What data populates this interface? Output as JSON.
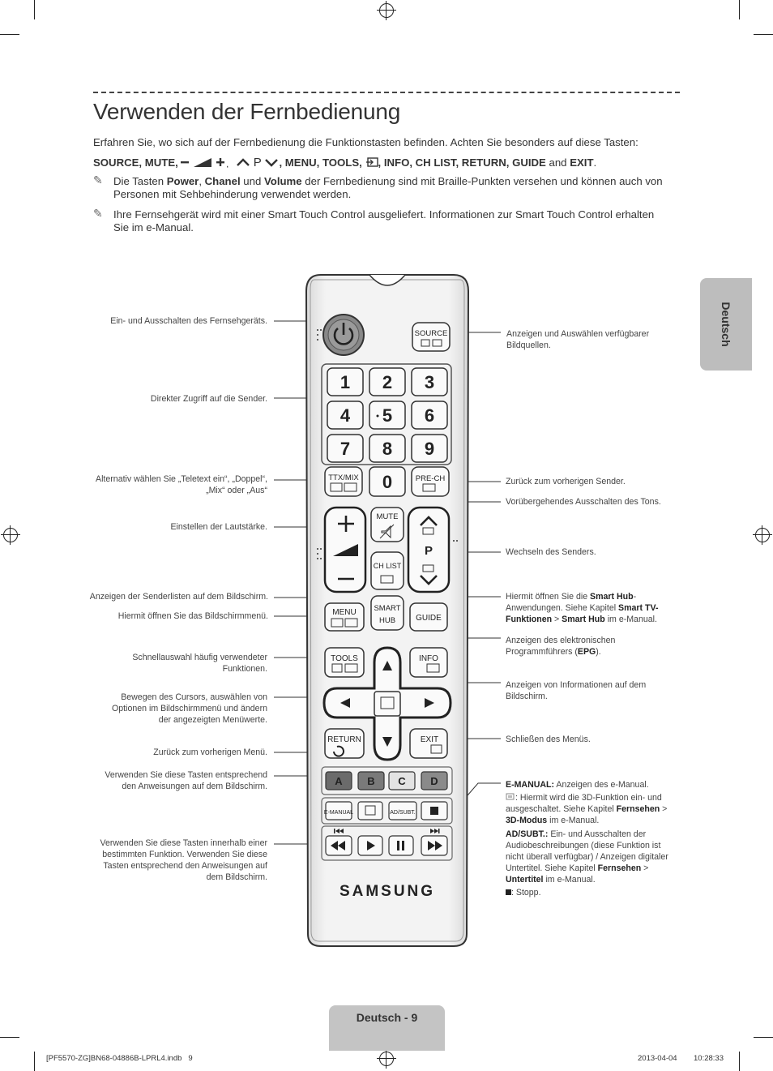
{
  "header": {
    "title": "Verwenden der Fernbedienung",
    "intro": "Erfahren Sie, wo sich auf der Fernbedienung die Funktionstasten befinden. Achten Sie besonders auf diese Tasten:",
    "keys": {
      "source_mute": "SOURCE, MUTE,",
      "p_label": "P",
      "rest": ", MENU, TOOLS,",
      "rest2": ", INFO, CH LIST, RETURN, GUIDE",
      "and": "and",
      "exit": "EXIT",
      "end": "."
    },
    "note1_parts": [
      "Die Tasten ",
      "Power",
      ", ",
      "Chanel",
      " und ",
      "Volume",
      " der Fernbedienung sind mit Braille-Punkten versehen und können auch von Personen mit Sehbehinderung verwendet werden."
    ],
    "note2": "Ihre Fernsehgerät wird mit einer Smart Touch Control ausgeliefert. Informationen zur Smart Touch Control erhalten Sie im e-Manual."
  },
  "side_tab": {
    "label": "Deutsch"
  },
  "annotations_left": [
    "Ein- und Ausschalten des Fernsehgeräts.",
    "Direkter Zugriff auf die Sender.",
    "Alternativ wählen Sie „Teletext ein“, „Doppel“,\n„Mix“ oder „Aus“",
    "Einstellen der Lautstärke.",
    "Anzeigen der Senderlisten auf dem Bildschirm.",
    "Hiermit öffnen Sie das Bildschirmmenü.",
    "Schnellauswahl häufig verwendeter\nFunktionen.",
    "Bewegen des Cursors, auswählen von\nOptionen im Bildschirmmenü und ändern\nder angezeigten Menüwerte.",
    "Zurück zum vorherigen Menü.",
    "Verwenden Sie diese Tasten entsprechend\nden Anweisungen auf dem Bildschirm.",
    "Verwenden Sie diese Tasten innerhalb einer\nbestimmten Funktion. Verwenden Sie diese\nTasten entsprechend den Anweisungen auf\ndem Bildschirm."
  ],
  "annotations_right": {
    "source": "Anzeigen und Auswählen verfügbarer\nBildquellen.",
    "prech": "Zurück zum vorherigen Sender.",
    "mute": "Vorübergehendes Ausschalten des Tons.",
    "channel": "Wechseln des Senders.",
    "smarthub_parts": [
      "Hiermit öffnen Sie die ",
      "Smart Hub",
      "-\nAnwendungen. Siehe Kapitel ",
      "Smart TV-\nFunktionen",
      " > ",
      "Smart Hub",
      " im e-Manual."
    ],
    "guide_parts": [
      "Anzeigen des elektronischen\nProgrammführers (",
      "EPG",
      ")."
    ],
    "info": "Anzeigen von Informationen auf dem\nBildschirm.",
    "exit": "Schließen des Menüs.",
    "emanual_parts": [
      "E-MANUAL:",
      " Anzeigen des e-Manual."
    ],
    "three_d_parts": [
      ": Hiermit wird die 3D-Funktion ein- und\nausgeschaltet. Siehe Kapitel ",
      "Fernsehen",
      " >\n",
      "3D-Modus",
      " im e-Manual."
    ],
    "adsubt_parts": [
      "AD/SUBT.:",
      " Ein- und Ausschalten der\nAudiobeschreibungen (diese Funktion ist\nnicht überall verfügbar) / Anzeigen digitaler\nUntertitel. Siehe Kapitel ",
      "Fernsehen",
      " >\n",
      "Untertitel",
      " im e-Manual."
    ],
    "stop": ": Stopp."
  },
  "remote": {
    "brand": "SAMSUNG",
    "source": "SOURCE",
    "digits": [
      "1",
      "2",
      "3",
      "4",
      "5",
      "6",
      "7",
      "8",
      "9"
    ],
    "zero": "0",
    "ttx": "TTX/MIX",
    "prech": "PRE-CH",
    "mute": "MUTE",
    "chlist": "CH LIST",
    "p": "P",
    "menu": "MENU",
    "smart1": "SMART",
    "smart2": "HUB",
    "guide": "GUIDE",
    "tools": "TOOLS",
    "info": "INFO",
    "return": "RETURN",
    "exit": "EXIT",
    "colors": [
      {
        "label": "A",
        "color": "#6b6b6b"
      },
      {
        "label": "B",
        "color": "#7a7a7a"
      },
      {
        "label": "C",
        "color": "#e3e3e3"
      },
      {
        "label": "D",
        "color": "#8a8a8a"
      }
    ],
    "emanual": "E-MANUAL",
    "adsubt": "AD/SUBT."
  },
  "footer": {
    "page_label": "Deutsch - 9",
    "file": "[PF5570-ZG]BN68-04886B-LPRL4.indb   9",
    "date": "2013-04-04",
    "time": "10:28:33"
  }
}
